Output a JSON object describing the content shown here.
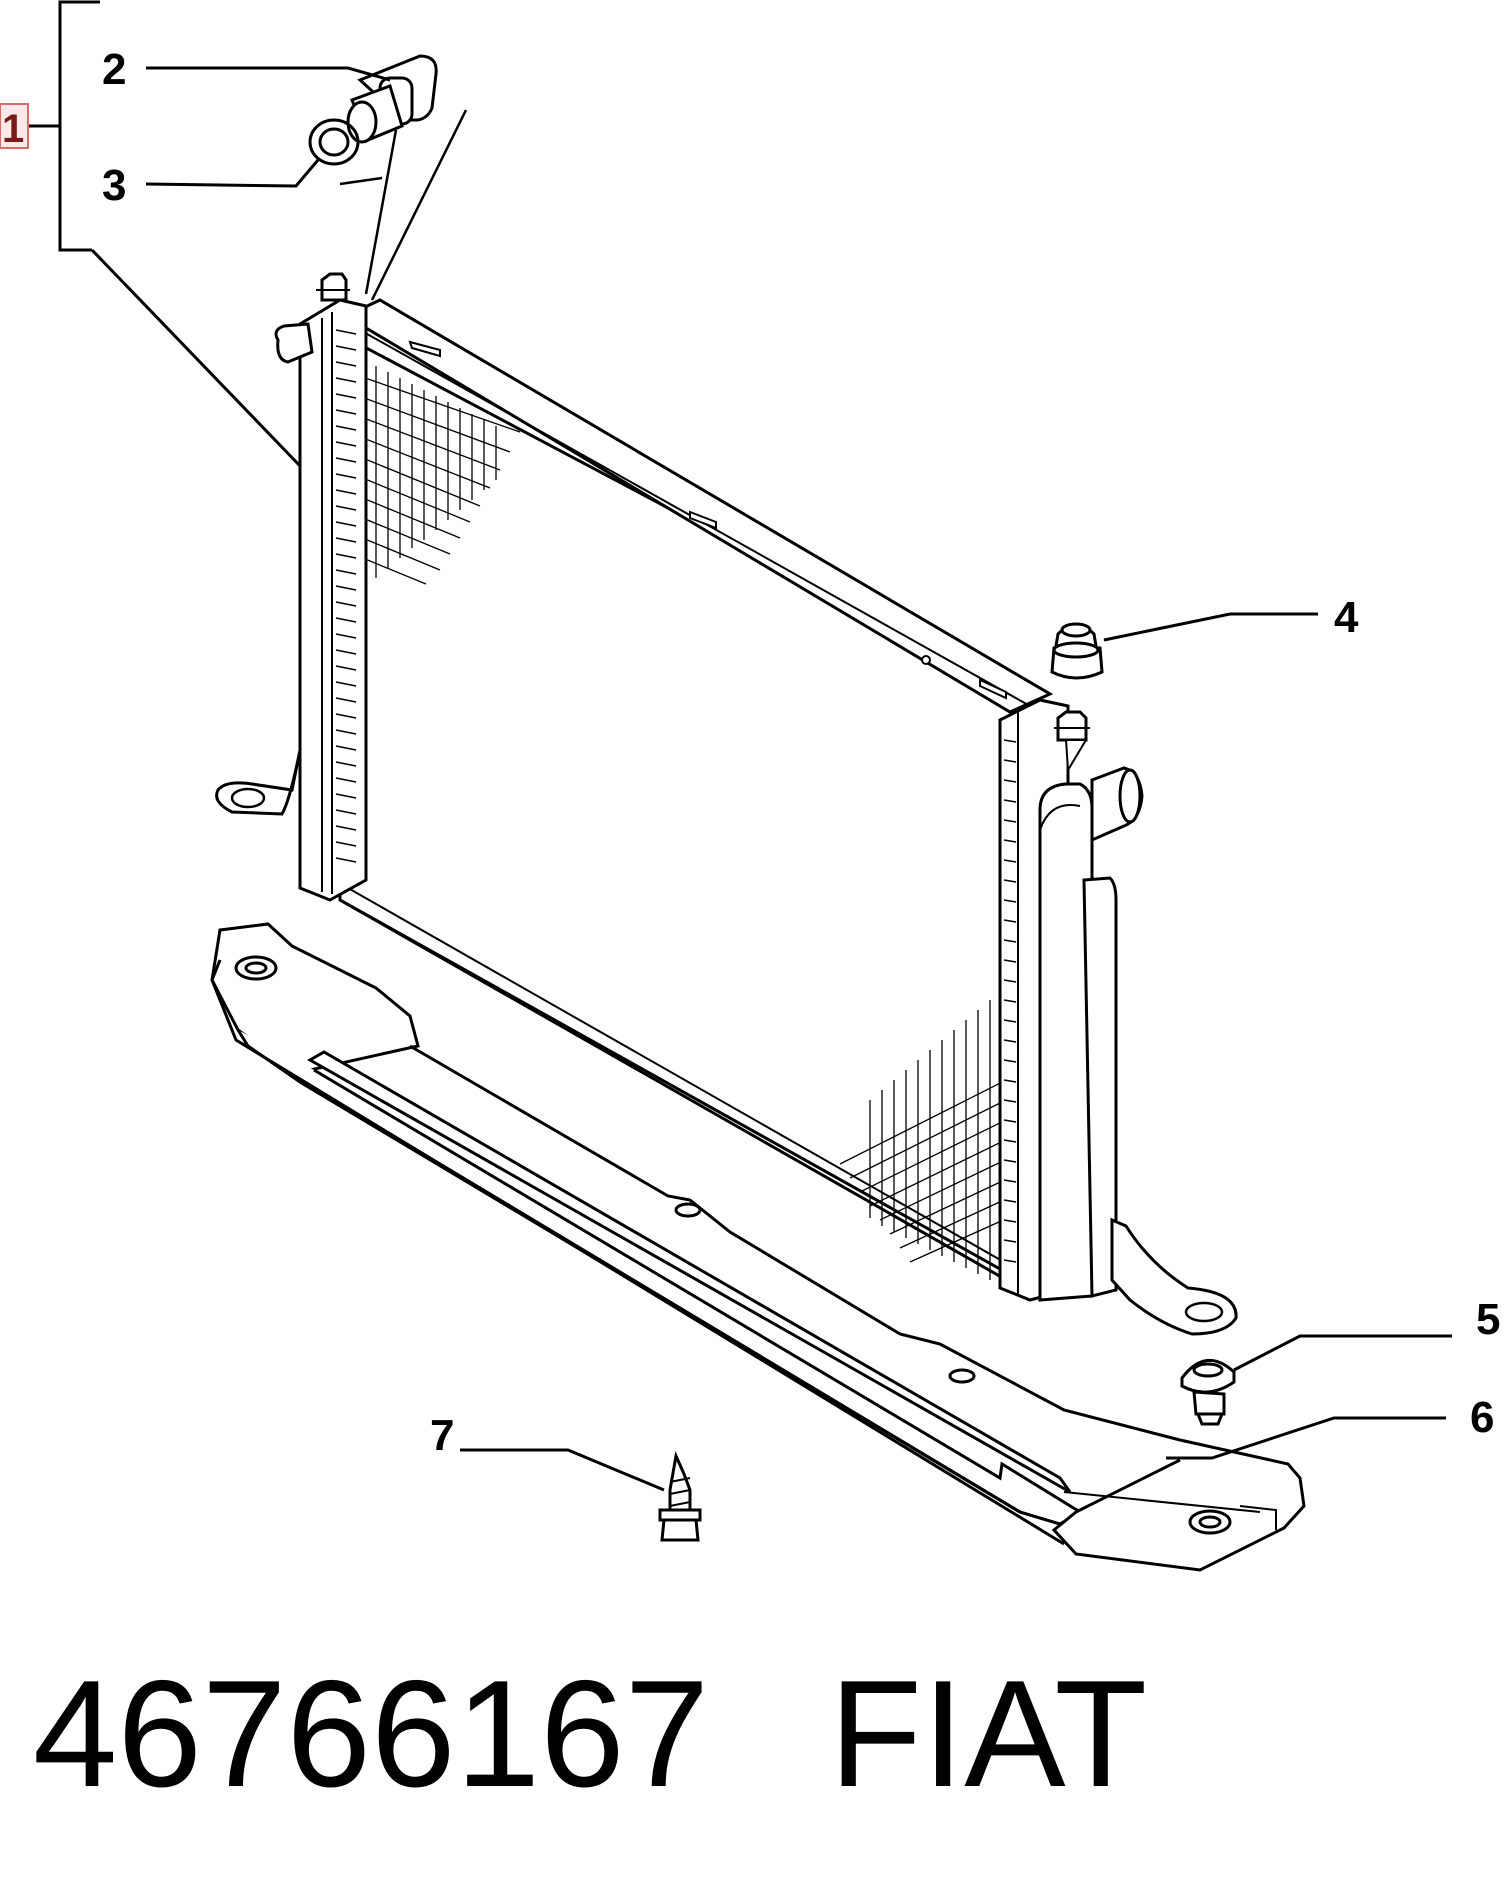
{
  "callouts": {
    "c1": "1",
    "c2": "2",
    "c3": "3",
    "c4": "4",
    "c5": "5",
    "c6": "6",
    "c7": "7"
  },
  "caption": {
    "part_number": "46766167",
    "brand": "FIAT"
  },
  "colors": {
    "line": "#000000",
    "callout_box_border": "#d96b6b",
    "callout_box_fill": "#fbe9e9"
  }
}
